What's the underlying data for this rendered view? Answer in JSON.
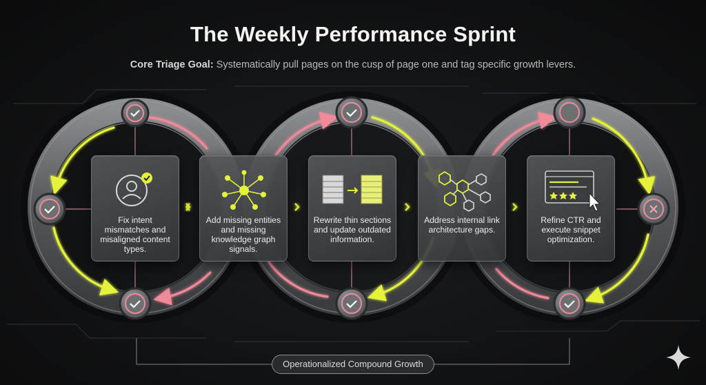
{
  "header": {
    "title": "The Weekly Performance Sprint",
    "subtitle_lead": "Core Triage Goal:",
    "subtitle_text": " Systematically pull pages on the cusp of page one and tag specific growth levers."
  },
  "steps": [
    {
      "text": "Fix intent mismatches and misaligned content types.",
      "icon": "user-check-icon"
    },
    {
      "text": "Add missing entities and missing knowledge graph signals.",
      "icon": "knowledge-graph-icon"
    },
    {
      "text": "Rewrite thin sections and update outdated information.",
      "icon": "document-refresh-icon"
    },
    {
      "text": "Address internal link architecture gaps.",
      "icon": "hexagon-network-icon"
    },
    {
      "text": "Refine CTR and execute snippet optimization.",
      "icon": "serp-snippet-icon"
    }
  ],
  "loop_nodes": [
    {
      "ring": 1,
      "position": "top",
      "state": "check"
    },
    {
      "ring": 1,
      "position": "left",
      "state": "check"
    },
    {
      "ring": 1,
      "position": "bottom",
      "state": "check"
    },
    {
      "ring": 2,
      "position": "top",
      "state": "check"
    },
    {
      "ring": 2,
      "position": "bottom",
      "state": "check"
    },
    {
      "ring": 3,
      "position": "top",
      "state": "empty"
    },
    {
      "ring": 3,
      "position": "right",
      "state": "cross"
    },
    {
      "ring": 3,
      "position": "bottom",
      "state": "check"
    }
  ],
  "footer": {
    "label": "Operationalized Compound Growth"
  },
  "colors": {
    "background": "#121314",
    "accent_yellow": "#e4f23a",
    "accent_pink": "#f08a98",
    "ring_gray": "#5b5d61",
    "card_gray": "#4a4c4f",
    "text_light": "#ececec"
  }
}
